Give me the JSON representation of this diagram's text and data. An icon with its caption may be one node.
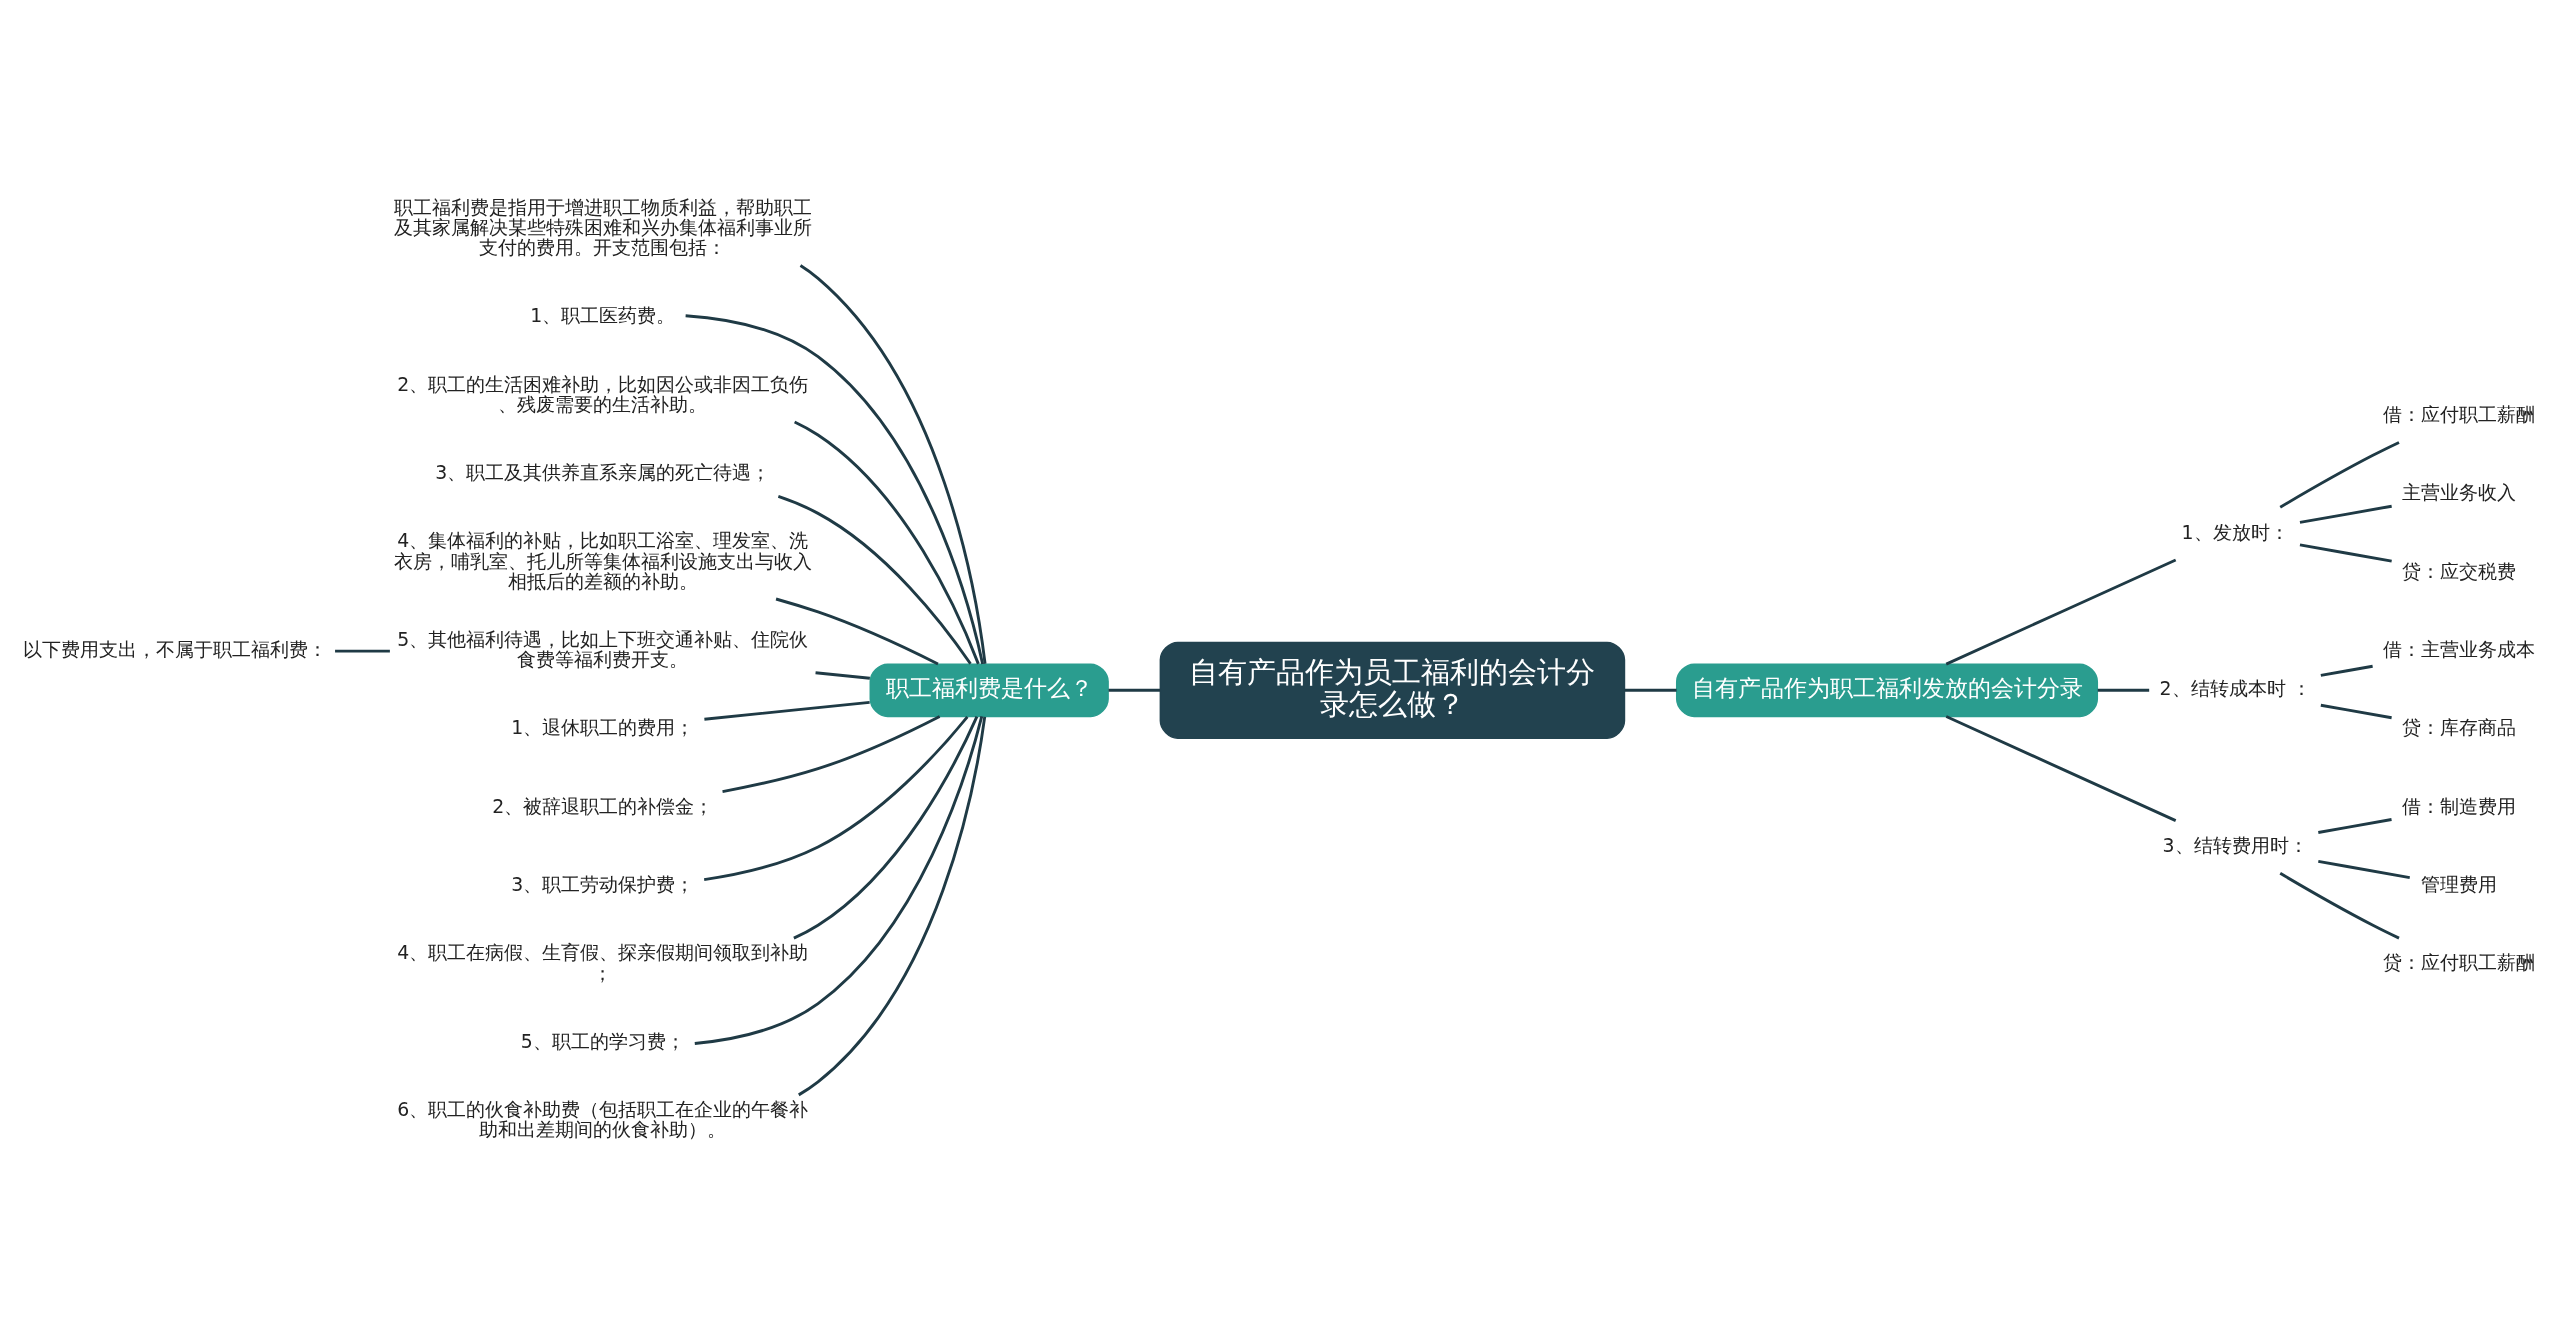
{
  "diagram": {
    "nodes": [
      {
        "text": [
          "自有产品作为员工福利的会计分录怎么做？"
        ]
      },
      {
        "text": [
          "职工福利费是什么？"
        ]
      },
      {
        "text": [
          "职工福利费是指用于增进职工物质利益，帮助职工及其家属解决某些特殊困难和兴办集体福利事业所支付的费用。开支范围包括："
        ]
      },
      {
        "text": [
          "1、职工医药费。"
        ]
      },
      {
        "text": [
          "2、职工的生活困难补助，比如因公或非因工负伤、残废需要的生活补助。"
        ]
      },
      {
        "text": [
          "3、职工及其供养直系亲属的死亡待遇；"
        ]
      },
      {
        "text": [
          "4、集体福利的补贴，比如职工浴室、理发室、洗衣房，哺乳室、托儿所等集体福利设施支出与收入相抵后的差额的补助。"
        ]
      },
      {
        "text": [
          "5、其他福利待遇，比如上下班交通补贴、住院伙食费等福利费开支。"
        ]
      },
      {
        "text": [
          "以下费用支出，不属于职工福利费："
        ]
      },
      {
        "text": [
          "1、退休职工的费用；"
        ]
      },
      {
        "text": [
          "2、被辞退职工的补偿金；"
        ]
      },
      {
        "text": [
          "3、职工劳动保护费；"
        ]
      },
      {
        "text": [
          "4、职工在病假、生育假、探亲假期间领取到补助；"
        ]
      },
      {
        "text": [
          "5、职工的学习费；"
        ]
      },
      {
        "text": [
          "6、职工的伙食补助费（包括职工在企业的午餐补助和出差期间的伙食补助）。"
        ]
      },
      {
        "text": [
          "自有产品作为职工福利发放的会计分录"
        ]
      },
      {
        "text": [
          "1、发放时："
        ]
      },
      {
        "text": [
          "借：应付职工薪酬"
        ]
      },
      {
        "text": [
          "主营业务收入"
        ]
      },
      {
        "text": [
          "贷：应交税费"
        ]
      },
      {
        "text": [
          "2、结转成本时 ："
        ]
      },
      {
        "text": [
          "借：主营业务成本"
        ]
      },
      {
        "text": [
          "贷：库存商品"
        ]
      },
      {
        "text": [
          "3、结转费用时："
        ]
      },
      {
        "text": [
          "借：制造费用"
        ]
      },
      {
        "text": [
          "管理费用"
        ]
      },
      {
        "text": [
          "贷：应付职工薪酬"
        ]
      }
    ],
    "edges": [
      {
        "from": 0,
        "to": 1,
        "arrow": "none"
      },
      {
        "from": 1,
        "to": 2,
        "arrow": "none"
      },
      {
        "from": 1,
        "to": 3,
        "arrow": "none"
      },
      {
        "from": 1,
        "to": 4,
        "arrow": "none"
      },
      {
        "from": 1,
        "to": 5,
        "arrow": "none"
      },
      {
        "from": 1,
        "to": 6,
        "arrow": "none"
      },
      {
        "from": 1,
        "to": 7,
        "arrow": "none"
      },
      {
        "from": 7,
        "to": 8,
        "arrow": "none"
      },
      {
        "from": 1,
        "to": 9,
        "arrow": "none"
      },
      {
        "from": 1,
        "to": 10,
        "arrow": "none"
      },
      {
        "from": 1,
        "to": 11,
        "arrow": "none"
      },
      {
        "from": 1,
        "to": 12,
        "arrow": "none"
      },
      {
        "from": 1,
        "to": 13,
        "arrow": "none"
      },
      {
        "from": 1,
        "to": 14,
        "arrow": "none"
      },
      {
        "from": 0,
        "to": 15,
        "arrow": "none"
      },
      {
        "from": 15,
        "to": 16,
        "arrow": "none"
      },
      {
        "from": 16,
        "to": 17,
        "arrow": "none"
      },
      {
        "from": 16,
        "to": 18,
        "arrow": "none"
      },
      {
        "from": 16,
        "to": 19,
        "arrow": "none"
      },
      {
        "from": 15,
        "to": 20,
        "arrow": "none"
      },
      {
        "from": 20,
        "to": 21,
        "arrow": "none"
      },
      {
        "from": 20,
        "to": 22,
        "arrow": "none"
      },
      {
        "from": 15,
        "to": 23,
        "arrow": "none"
      },
      {
        "from": 23,
        "to": 24,
        "arrow": "none"
      },
      {
        "from": 23,
        "to": 25,
        "arrow": "none"
      },
      {
        "from": 23,
        "to": 26,
        "arrow": "none"
      }
    ]
  }
}
